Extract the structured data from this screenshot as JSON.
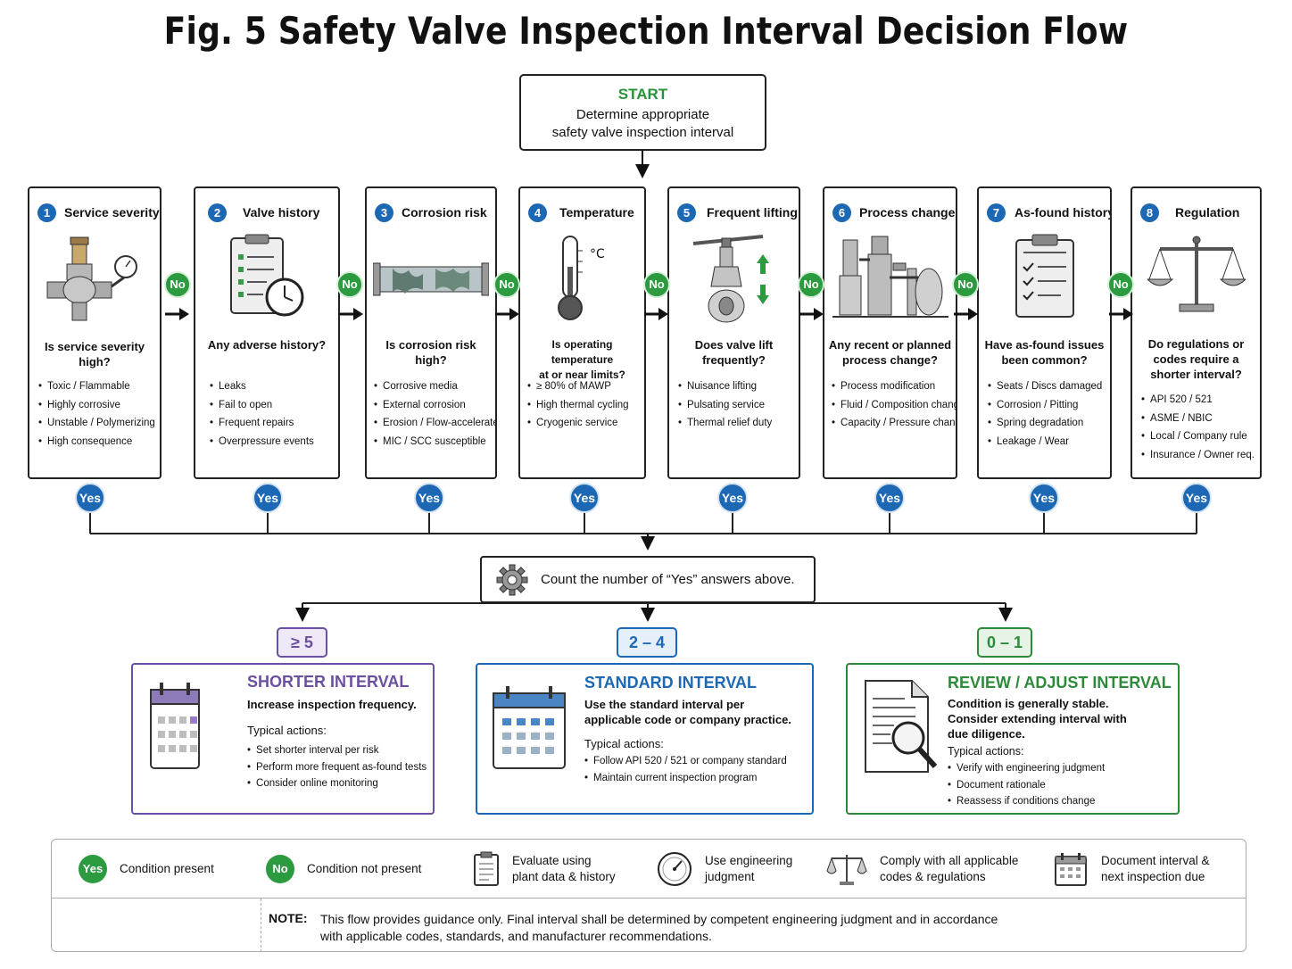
{
  "title": "Fig. 5  Safety Valve Inspection Interval Decision Flow",
  "start": {
    "label": "START",
    "line1": "Determine appropriate",
    "line2": "safety valve inspection interval"
  },
  "questions": [
    {
      "num": "1",
      "title": "Service severity",
      "icon": "valve-gauge-icon",
      "q1": "Is service severity",
      "q2": "high?",
      "bullets": [
        "Toxic / Flammable",
        "Highly corrosive",
        "Unstable / Polymerizing",
        "High consequence"
      ]
    },
    {
      "num": "2",
      "title": "Valve history",
      "icon": "clipboard-clock-icon",
      "q1": "Any adverse history?",
      "q2": "",
      "bullets": [
        "Leaks",
        "Fail to open",
        "Frequent repairs",
        "Overpressure events"
      ]
    },
    {
      "num": "3",
      "title": "Corrosion risk",
      "icon": "corroded-pipe-icon",
      "q1": "Is corrosion risk high?",
      "q2": "",
      "bullets": [
        "Corrosive media",
        "External corrosion",
        "Erosion / Flow-accelerated",
        "MIC / SCC susceptible"
      ]
    },
    {
      "num": "4",
      "title": "Temperature",
      "icon": "thermometer-icon",
      "icon_text": "°C",
      "q1": "Is operating temperature",
      "q2": "at or near limits?",
      "bullets": [
        "≥ 80% of MAWP",
        "High thermal cycling",
        "Cryogenic service"
      ]
    },
    {
      "num": "5",
      "title": "Frequent lifting",
      "icon": "lifting-valve-icon",
      "q1": "Does valve lift",
      "q2": "frequently?",
      "bullets": [
        "Nuisance lifting",
        "Pulsating service",
        "Thermal relief duty"
      ]
    },
    {
      "num": "6",
      "title": "Process change",
      "icon": "process-equipment-icon",
      "q1": "Any recent or planned",
      "q2": "process change?",
      "bullets": [
        "Process modification",
        "Fluid / Composition change",
        "Capacity / Pressure change"
      ]
    },
    {
      "num": "7",
      "title": "As-found history",
      "icon": "checklist-icon",
      "q1": "Have as-found issues",
      "q2": "been common?",
      "bullets": [
        "Seats / Discs damaged",
        "Corrosion / Pitting",
        "Spring degradation",
        "Leakage / Wear"
      ]
    },
    {
      "num": "8",
      "title": "Regulation",
      "icon": "scales-icon",
      "q1": "Do regulations or",
      "q2": "codes require a",
      "q3": "shorter interval?",
      "bullets": [
        "API 520 / 521",
        "ASME / NBIC",
        "Local / Company rule",
        "Insurance / Owner req."
      ]
    }
  ],
  "yes_label": "Yes",
  "no_label": "No",
  "count_text": "Count the number of “Yes” answers above.",
  "outcomes": [
    {
      "range": "≥ 5",
      "title": "SHORTER INTERVAL",
      "sub": [
        "Increase inspection frequency."
      ],
      "typical": "Typical actions:",
      "actions": [
        "Set shorter interval per risk",
        "Perform more frequent as-found tests",
        "Consider online monitoring"
      ],
      "color": "#6b4fa0"
    },
    {
      "range": "2 – 4",
      "title": "STANDARD INTERVAL",
      "sub": [
        "Use the standard interval per",
        "applicable code or company practice."
      ],
      "typical": "Typical actions:",
      "actions": [
        "Follow API 520 / 521 or company standard",
        "Maintain current inspection program"
      ],
      "color": "#1c68b4"
    },
    {
      "range": "0 – 1",
      "title": "REVIEW / ADJUST INTERVAL",
      "sub": [
        "Condition is generally stable.",
        "Consider extending interval with",
        "due diligence."
      ],
      "typical": "Typical actions:",
      "actions": [
        "Verify with engineering judgment",
        "Document rationale",
        "Reassess if conditions change"
      ],
      "color": "#2c8a3a"
    }
  ],
  "legend": {
    "yes_text": "Condition present",
    "no_text": "Condition not present",
    "items": [
      {
        "icon": "clipboard-icon",
        "line1": "Evaluate using",
        "line2": "plant data & history"
      },
      {
        "icon": "gauge-icon",
        "line1": "Use engineering",
        "line2": "judgment"
      },
      {
        "icon": "scales-icon",
        "line1": "Comply with all applicable",
        "line2": "codes & regulations"
      },
      {
        "icon": "calendar-icon",
        "line1": "Document interval &",
        "line2": "next inspection due"
      }
    ],
    "note_label": "NOTE:",
    "note_line1": "This flow provides guidance only. Final interval shall be determined by competent engineering judgment and in accordance",
    "note_line2": "with applicable codes, standards, and manufacturer recommendations."
  },
  "colors": {
    "blue": "#1c68b4",
    "green": "#2c9a3e",
    "purple": "#6b4fa0",
    "dark": "#222222"
  }
}
